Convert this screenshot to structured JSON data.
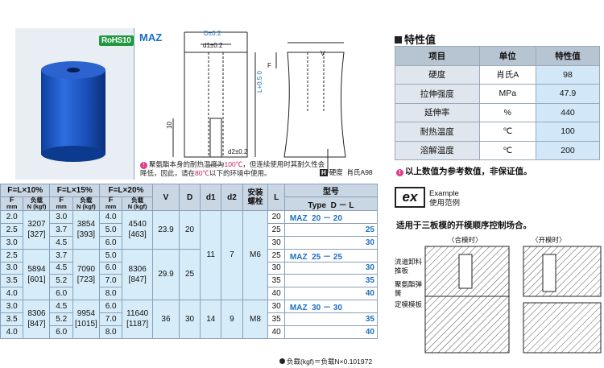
{
  "product": {
    "badge": "RoHS10",
    "title": "MAZ",
    "note_pre": "聚氨酯本身的耐热温度为",
    "note_temp1": "100℃",
    "note_mid": "，但连续使用时其耐久性会降低，因此，请在",
    "note_temp2": "80℃",
    "note_post": "以下的环境中使用。",
    "hardness_icon": "H",
    "hardness_label": "硬度",
    "hardness_value": "肖氏A98"
  },
  "drawing": {
    "d_label": "D±0.2",
    "d1_label": "d1±0.2",
    "d2_label": "d2±0.2",
    "l_label": "L+0.5 0",
    "ten_label": "10",
    "f_label": "F",
    "v_label": "V"
  },
  "spec": {
    "heading": "特性值",
    "headers": [
      "项目",
      "单位",
      "特性值"
    ],
    "rows": [
      [
        "硬度",
        "肖氏A",
        "98"
      ],
      [
        "拉伸强度",
        "MPa",
        "47.9"
      ],
      [
        "延伸率",
        "%",
        "440"
      ],
      [
        "耐热温度",
        "℃",
        "100"
      ],
      [
        "溶解温度",
        "℃",
        "200"
      ]
    ],
    "ref_note": "以上数值为参考数值，非保证值。"
  },
  "example": {
    "icon": "ex",
    "label_en": "Example",
    "label_cn": "使用范例",
    "desc": "适用于三板模的开模顺序控制场合。",
    "closed_label": "〈合模时〉",
    "open_label": "〈开模时〉",
    "part1": "流道卸料推板",
    "part2": "聚氨酯弹簧",
    "part3": "定模模板"
  },
  "table": {
    "h_f10": "F=L×10%",
    "h_f15": "F=L×15%",
    "h_f20": "F=L×20%",
    "h_F": "F",
    "h_mm": "mm",
    "h_load": "负载",
    "h_nkgf": "N (kgf)",
    "h_V": "V",
    "h_D": "D",
    "h_d1": "d1",
    "h_d2": "d2",
    "h_screw1": "安装",
    "h_screw2": "螺栓",
    "h_L": "L",
    "h_model": "型号",
    "h_type": "Type",
    "h_dl": "D － L",
    "groups": [
      {
        "f10": [
          "2.0",
          "2.5",
          "3.0"
        ],
        "n10": "3207",
        "k10": "[327]",
        "f15": [
          "3.0",
          "3.7",
          "4.5"
        ],
        "n15": "3854",
        "k15": "[393]",
        "f20": [
          "4.0",
          "5.0",
          "6.0"
        ],
        "n20": "4540",
        "k20": "[463]",
        "V": "23.9",
        "D": "20",
        "L": [
          "20",
          "25",
          "30"
        ],
        "type": "MAZ",
        "dl": "20 － 20"
      },
      {
        "f10": [
          "2.5",
          "3.0",
          "3.5",
          "4.0"
        ],
        "n10": "5894",
        "k10": "[601]",
        "f15": [
          "3.7",
          "4.5",
          "5.2",
          "6.0"
        ],
        "n15": "7090",
        "k15": "[723]",
        "f20": [
          "5.0",
          "6.0",
          "7.0",
          "8.0"
        ],
        "n20": "8306",
        "k20": "[847]",
        "V": "29.9",
        "D": "25",
        "L": [
          "25",
          "30",
          "35",
          "40"
        ],
        "type": "MAZ",
        "dl": "25 － 25"
      },
      {
        "f10": [
          "3.0",
          "3.5",
          "4.0"
        ],
        "n10": "8306",
        "k10": "[847]",
        "f15": [
          "4.5",
          "5.2",
          "6.0"
        ],
        "n15": "9954",
        "k15": "[1015]",
        "f20": [
          "6.0",
          "7.0",
          "8.0"
        ],
        "n20": "11640",
        "k20": "[1187]",
        "V": "36",
        "D": "30",
        "L": [
          "30",
          "35",
          "40"
        ],
        "type": "MAZ",
        "dl": "30 － 30"
      }
    ],
    "shared_d1": "11",
    "shared_d2": "7",
    "shared_screw": "M6",
    "g3_d1": "14",
    "g3_d2": "9",
    "g3_screw": "M8"
  },
  "footnote": "负载(kgf)＝负载N×0.101972"
}
